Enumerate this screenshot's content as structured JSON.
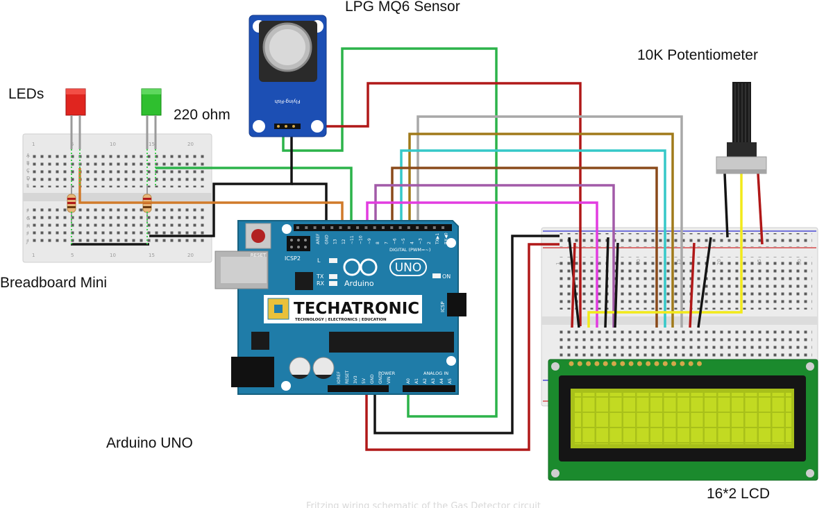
{
  "labels": {
    "sensor": "LPG MQ6 Sensor",
    "pot": "10K Potentiometer",
    "leds": "LEDs",
    "resistor": "220 ohm",
    "breadboard": "Breadboard Mini",
    "arduino": "Arduino UNO",
    "lcd": "16*2 LCD"
  },
  "board": {
    "brand": "TECHATRONIC",
    "tagline": "TECHNOLOGY | ELECTRONICS | EDUCATION",
    "logo_text": "Arduino",
    "model": "UNO",
    "reset_label": "RESET",
    "icsp2_label": "ICSP2",
    "icsp_label": "ICSP",
    "l_label": "L",
    "tx_label": "TX",
    "rx_label": "RX",
    "on_label": "ON",
    "digital_label": "DIGITAL (PWM=~)",
    "power_label": "POWER",
    "analog_label": "ANALOG IN",
    "digital_pins": [
      "AREF",
      "GND",
      "13",
      "12",
      "~11",
      "~10",
      "~9",
      "8",
      "7",
      "~6",
      "~5",
      "4",
      "~3",
      "2",
      "TX▶1",
      "RX◀0"
    ],
    "power_pins": [
      "IOREF",
      "RESET",
      "3V3",
      "5V",
      "GND",
      "GND",
      "VIN"
    ],
    "analog_pins": [
      "A0",
      "A1",
      "A2",
      "A3",
      "A4",
      "A5"
    ]
  },
  "sensor_board": {
    "text": "Flying-Fish"
  },
  "breadboard_mini": {
    "rows": [
      "A",
      "B",
      "C",
      "D",
      "E",
      "F",
      "G",
      "H",
      "I",
      "J"
    ],
    "cols": [
      "1",
      "5",
      "10",
      "15",
      "20"
    ]
  },
  "breadboard_main": {
    "cols": [
      "1",
      "5",
      "10",
      "15",
      "20",
      "25",
      "30"
    ]
  },
  "led_colors": {
    "red": "#e0251f",
    "green": "#2fbf2f"
  },
  "wire_colors": {
    "green": "#2cb34a",
    "red": "#b01818",
    "black": "#141414",
    "orange": "#d07a2a",
    "gray": "#a8a8a8",
    "olive": "#a07a1a",
    "cyan": "#35c8c8",
    "brown": "#8a4a1a",
    "purple": "#a25aa8",
    "magenta": "#e23ce0",
    "yellow": "#f2ea1a"
  },
  "footer": "Fritzing wiring schematic of the Gas Detector circuit"
}
